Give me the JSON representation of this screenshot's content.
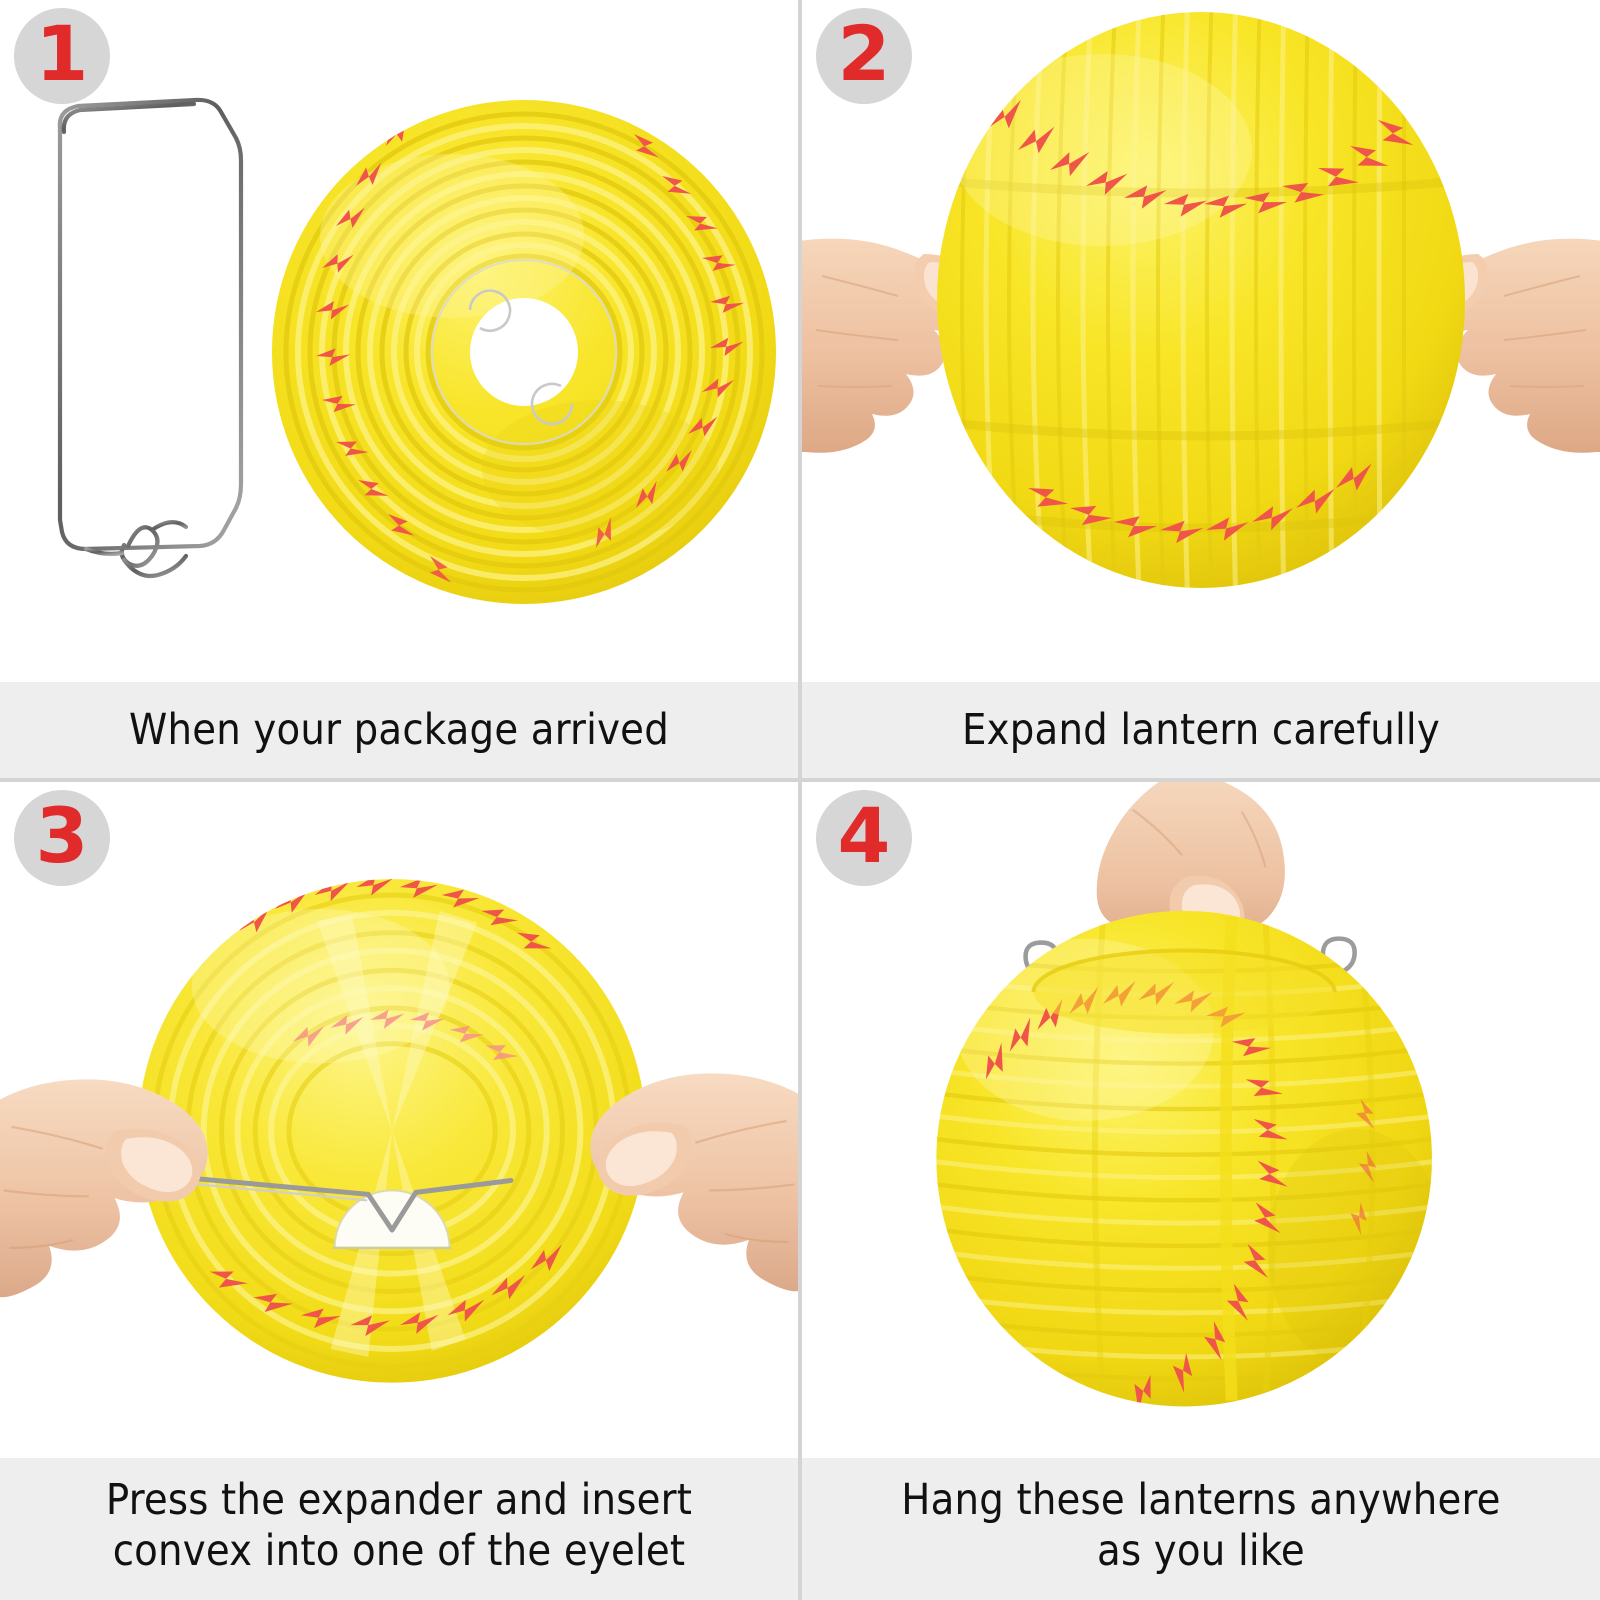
{
  "document": {
    "type": "assembly-instructions",
    "subject": "Softball paper lantern",
    "panel_count": 4,
    "layout": "2x2 grid"
  },
  "colors": {
    "lantern_yellow": "#f5e11a",
    "lantern_yellow_deep": "#e8cf10",
    "lantern_yellow_light": "#fbf06a",
    "stitch_red": "#ef5548",
    "stitch_red_light": "#f7928b",
    "badge_gray": "#d6d6d6",
    "badge_number_red": "#e12b2b",
    "caption_background": "#eeeeee",
    "caption_text": "#111111",
    "divider_gray": "#d4d4d4",
    "wire_gray": "#8a8a8a",
    "skin_tone": "#efc3a1",
    "skin_shadow": "#d9a178",
    "page_background": "#ffffff"
  },
  "panels": [
    {
      "id": "panel-1",
      "number": "1",
      "caption_lines": [
        "When your package arrived"
      ],
      "scene": "flat-packed lantern disc beside a folded wire expander",
      "objects": [
        "wire-expander",
        "collapsed-lantern-disc"
      ]
    },
    {
      "id": "panel-2",
      "number": "2",
      "caption_lines": [
        "Expand lantern carefully"
      ],
      "scene": "two hands pulling the lantern open from both sides",
      "objects": [
        "left-hand",
        "right-hand",
        "expanded-lantern-ball"
      ]
    },
    {
      "id": "panel-3",
      "number": "3",
      "caption_lines": [
        "Press the expander and insert",
        "convex into one of the eyelet"
      ],
      "scene": "two hands pressing the wire expander into the eyelet inside the lantern",
      "objects": [
        "left-hand",
        "right-hand",
        "lantern-interior",
        "wire-expander",
        "eyelet"
      ]
    },
    {
      "id": "panel-4",
      "number": "4",
      "caption_lines": [
        "Hang these lanterns anywhere",
        "as you like"
      ],
      "scene": "a hand holding the finished softball lantern by its wire hanger",
      "objects": [
        "hand",
        "wire-hanger",
        "finished-lantern-ball"
      ]
    }
  ]
}
